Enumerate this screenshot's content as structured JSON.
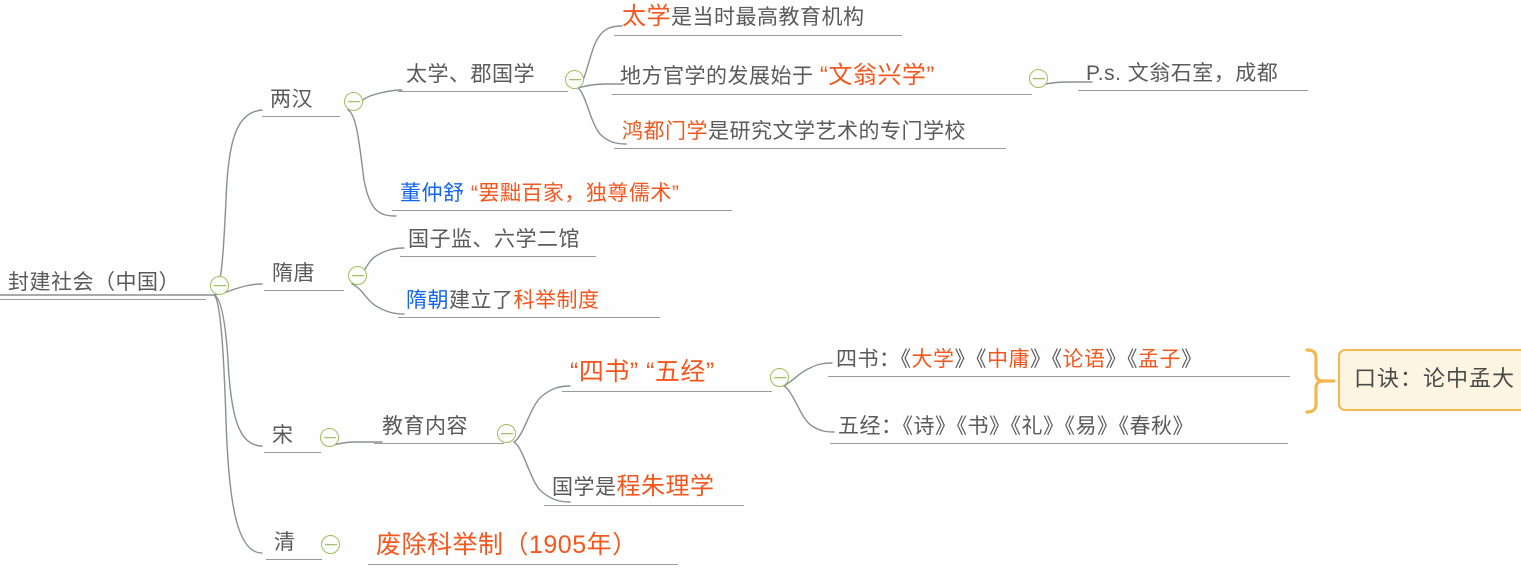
{
  "mindmap": {
    "title_root": "封建社会（中国）",
    "theme": {
      "text_gray": "#5a5a5a",
      "accent_orange": "#f4571e",
      "accent_blue": "#1565f0",
      "toggle_green": "#9fbe5c",
      "branch_line": "#8a8f96",
      "callout_border": "#f0b84e",
      "callout_fill": "#fdf5e2",
      "brace_color": "#f0b84e",
      "background": "#ffffff"
    },
    "toggle_icon": "collapse-minus-icon",
    "root": {
      "label": "封建社会（中国）"
    },
    "level1": [
      {
        "id": "lianghan",
        "label": "两汉"
      },
      {
        "id": "suitang",
        "label": "隋唐"
      },
      {
        "id": "song",
        "label": "宋"
      },
      {
        "id": "qing",
        "label": "清"
      }
    ],
    "level2": [
      {
        "id": "taixue-junguoxue",
        "label": "太学、郡国学"
      },
      {
        "id": "dongzhongshu",
        "parts": [
          {
            "text": "董仲舒",
            "color": "blue"
          },
          {
            "text": " “罢黜百家，独尊儒术”",
            "color": "orange"
          }
        ]
      },
      {
        "id": "guozijian",
        "label": "国子监、六学二馆"
      },
      {
        "id": "suichao-keju",
        "parts": [
          {
            "text": "隋朝",
            "color": "blue"
          },
          {
            "text": "建立了",
            "color": "gray"
          },
          {
            "text": "科举制度",
            "color": "orange"
          }
        ]
      },
      {
        "id": "jiaoyu-neirong",
        "label": "教育内容"
      },
      {
        "id": "feichu-keju",
        "parts": [
          {
            "text": "废除科举制（1905年）",
            "color": "orange"
          }
        ]
      }
    ],
    "level3": [
      {
        "id": "taixue-desc",
        "parts": [
          {
            "text": "太学",
            "color": "orange"
          },
          {
            "text": "是当时最高教育机构",
            "color": "gray"
          }
        ]
      },
      {
        "id": "difang-guanxue",
        "parts": [
          {
            "text": "地方官学的发展始于 ",
            "color": "gray"
          },
          {
            "text": "“文翁兴学”",
            "color": "orange"
          }
        ]
      },
      {
        "id": "hongdu-menxue",
        "parts": [
          {
            "text": "鸿都门学",
            "color": "orange"
          },
          {
            "text": "是研究文学艺术的专门学校",
            "color": "gray"
          }
        ]
      },
      {
        "id": "sishu-wujing",
        "parts": [
          {
            "text": "“四书” “五经”",
            "color": "orange"
          }
        ]
      },
      {
        "id": "guoxue-chengzhu",
        "parts": [
          {
            "text": "国学是",
            "color": "gray"
          },
          {
            "text": "程朱理学",
            "color": "orange"
          }
        ]
      }
    ],
    "level4": [
      {
        "id": "wenweng-shishi",
        "parts": [
          {
            "text": "P.s. 文翁石室，成都",
            "color": "gray"
          }
        ]
      },
      {
        "id": "sishu-list",
        "parts": [
          {
            "text": "四书：",
            "color": "gray"
          },
          {
            "text": "《",
            "color": "gray"
          },
          {
            "text": "大学",
            "color": "orange"
          },
          {
            "text": "》",
            "color": "gray"
          },
          {
            "text": "《",
            "color": "gray"
          },
          {
            "text": "中庸",
            "color": "orange"
          },
          {
            "text": "》",
            "color": "gray"
          },
          {
            "text": "《",
            "color": "gray"
          },
          {
            "text": "论语",
            "color": "orange"
          },
          {
            "text": "》",
            "color": "gray"
          },
          {
            "text": "《",
            "color": "gray"
          },
          {
            "text": "孟子",
            "color": "orange"
          },
          {
            "text": "》",
            "color": "gray"
          }
        ]
      },
      {
        "id": "wujing-list",
        "parts": [
          {
            "text": "五经：《诗》《书》《礼》《易》《春秋》",
            "color": "gray"
          }
        ]
      }
    ],
    "callout": {
      "id": "koujue-callout",
      "label": "口诀：论中孟大"
    }
  }
}
